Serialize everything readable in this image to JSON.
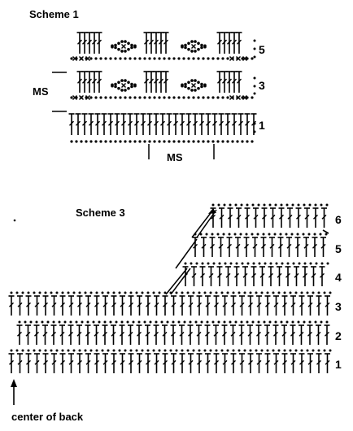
{
  "scheme1": {
    "title": "Scheme 1",
    "ms_left": "MS",
    "ms_bottom": "MS",
    "row_numbers": [
      "5",
      "3",
      "1"
    ]
  },
  "scheme3": {
    "title": "Scheme 3",
    "row_numbers": [
      "6",
      "5",
      "4",
      "3",
      "2",
      "1"
    ],
    "arrow_label": "center of back"
  }
}
